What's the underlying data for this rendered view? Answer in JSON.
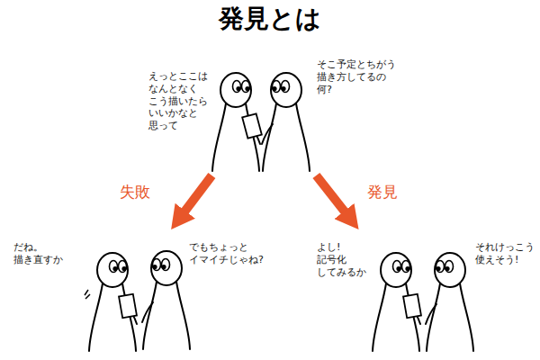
{
  "diagram": {
    "title": "発見とは",
    "nodes": [
      {
        "text": [
          "えっとここは なんとなく こう描いたら いいかなと 思って",
          "そこ予定とちがう 描き方してるの 何?"
        ]
      },
      {
        "text": [
          "だね。 描き直すか",
          "でもちょっと イマイチじゃね?"
        ]
      },
      {
        "text": [
          "よし! 記号化 してみるか",
          "それけっこう 使えそう!"
        ]
      }
    ],
    "edges": [
      {
        "from": 0,
        "to": 1,
        "arrow": "to",
        "label": "失敗"
      },
      {
        "from": 0,
        "to": 2,
        "arrow": "to",
        "label": "発見"
      }
    ]
  }
}
